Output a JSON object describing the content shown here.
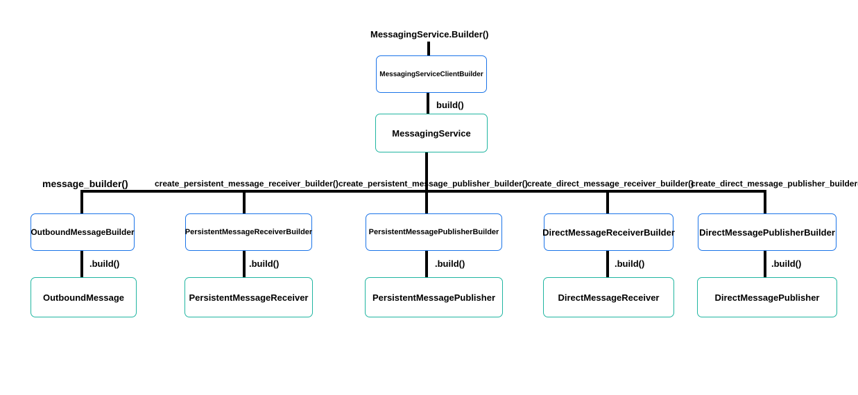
{
  "root": {
    "label": "MessagingService.Builder()",
    "client_builder": "MessagingServiceClientBuilder",
    "build_label": "build()",
    "service": "MessagingService"
  },
  "branches": [
    {
      "method": "message_builder()",
      "builder": "OutboundMessageBuilder",
      "build_label": ".build()",
      "product": "OutboundMessage"
    },
    {
      "method": "create_persistent_message_receiver_builder()",
      "builder": "PersistentMessageReceiverBuilder",
      "build_label": ".build()",
      "product": "PersistentMessageReceiver"
    },
    {
      "method": "create_persistent_message_publisher_builder()",
      "builder": "PersistentMessagePublisherBuilder",
      "build_label": ".build()",
      "product": "PersistentMessagePublisher"
    },
    {
      "method": "create_direct_message_receiver_builder()",
      "builder": "DirectMessageReceiverBuilder",
      "build_label": ".build()",
      "product": "DirectMessageReceiver"
    },
    {
      "method": "create_direct_message_publisher_builder()",
      "builder": "DirectMessagePublisherBuilder",
      "build_label": ".build()",
      "product": "DirectMessagePublisher"
    }
  ],
  "colors": {
    "builder_border": "#1a73e8",
    "product_border": "#1fb5a0",
    "connector": "#000000"
  }
}
